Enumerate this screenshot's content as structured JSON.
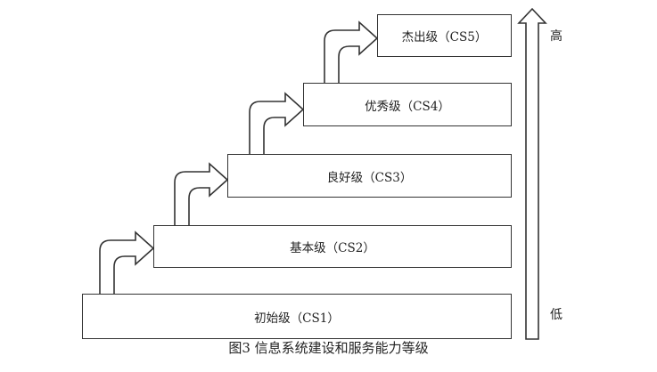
{
  "steps": [
    {
      "label": "初始级（CS1）"
    },
    {
      "label": "基本级（CS2）"
    },
    {
      "label": "良好级（CS3）"
    },
    {
      "label": "优秀级（CS4）"
    },
    {
      "label": "杰出级（CS5）"
    }
  ],
  "axis": {
    "high_label": "高",
    "low_label": "低"
  },
  "caption": "图3  信息系统建设和服务能力等级"
}
